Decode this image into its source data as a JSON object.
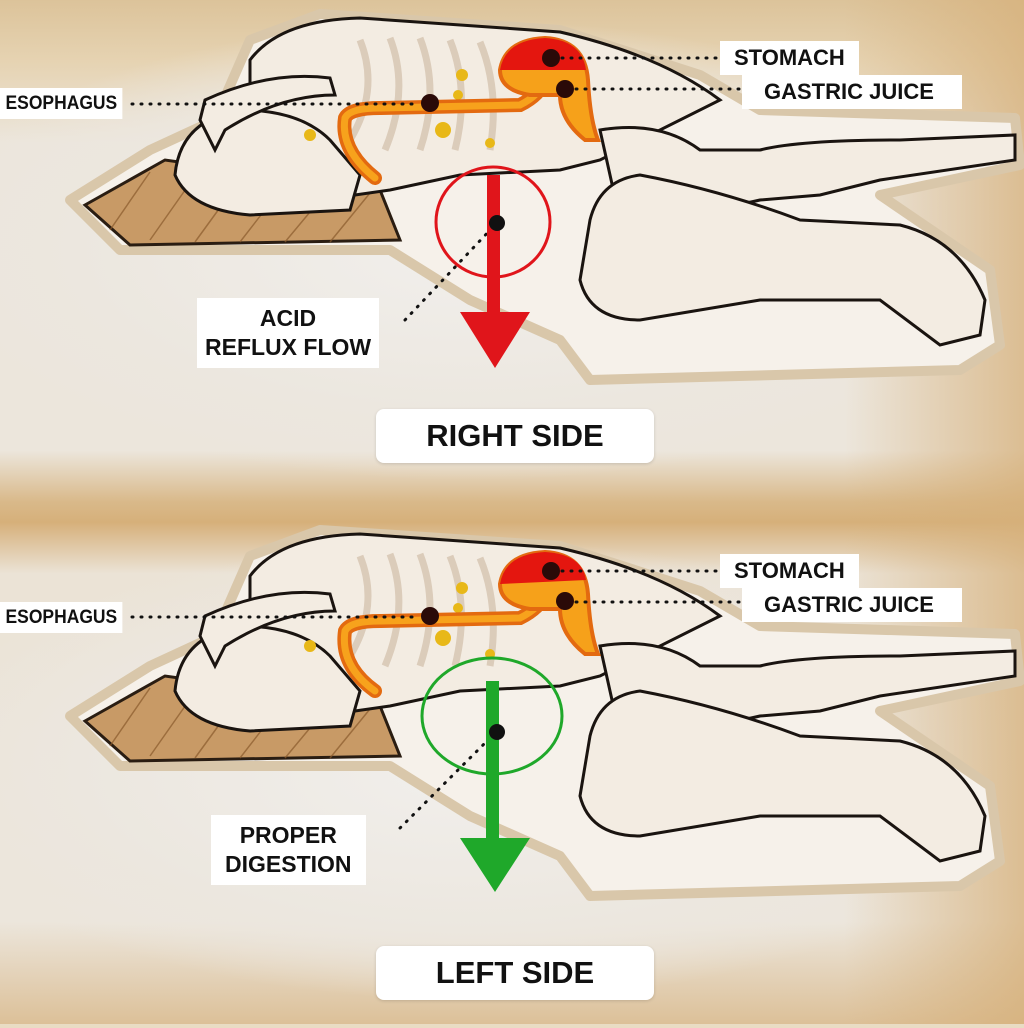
{
  "panels": [
    {
      "id": "right-side",
      "title": "RIGHT SIDE",
      "labels": {
        "esophagus": "ESOPHAGUS",
        "stomach": "STOMACH",
        "gastric_juice": "GASTRIC JUICE",
        "flow_line1": "ACID",
        "flow_line2": "REFLUX FLOW"
      },
      "indicator_color": "#e0151b",
      "arrow_icon": "arrow-down-icon"
    },
    {
      "id": "left-side",
      "title": "LEFT SIDE",
      "labels": {
        "esophagus": "ESOPHAGUS",
        "stomach": "STOMACH",
        "gastric_juice": "GASTRIC JUICE",
        "flow_line1": "PROPER",
        "flow_line2": "DIGESTION"
      },
      "indicator_color": "#1fa82a",
      "arrow_icon": "arrow-down-icon"
    }
  ],
  "colors": {
    "stomach_top": "#e4160f",
    "gastric_juice": "#f6a11a",
    "esophagus_tube": "#f07a14",
    "pillow": "#c89a66",
    "skin": "#f3ece2",
    "outline": "#1a1410"
  }
}
